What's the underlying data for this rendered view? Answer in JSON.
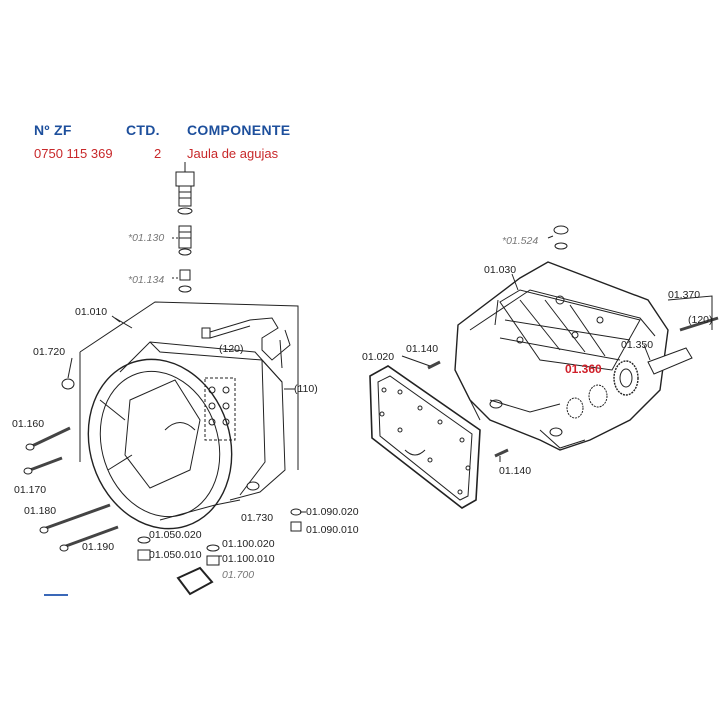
{
  "table": {
    "headers": {
      "part_no": "Nº ZF",
      "qty": "CTD.",
      "component": "COMPONENTE"
    },
    "row": {
      "part_no": "0750 115 369",
      "qty": "2",
      "component": "Jaula de agujas"
    }
  },
  "colors": {
    "header": "#1d4f9c",
    "row": "#c8282a",
    "highlight": "#d0202a"
  },
  "labels": {
    "l01130": "*01.130",
    "l01134": "*01.134",
    "l01010": "01.010",
    "l120a": "(120)",
    "l01720": "01.720",
    "l110": "(110)",
    "l01160": "01.160",
    "l01170": "01.170",
    "l01180": "01.180",
    "l01190": "01.190",
    "l01050020": "01.050.020",
    "l01050010": "01.050.010",
    "l01100020": "01.100.020",
    "l01100010": "01.100.010",
    "l01730": "01.730",
    "l01090020": "01.090.020",
    "l01090010": "01.090.010",
    "l01700": "01.700",
    "l01524": "*01.524",
    "l01030": "01.030",
    "l01370": "01.370",
    "l120b": "(120)",
    "l01140a": "01.140",
    "l01020": "01.020",
    "l01350": "01.350",
    "l01360": "01.360",
    "l01140b": "01.140"
  }
}
